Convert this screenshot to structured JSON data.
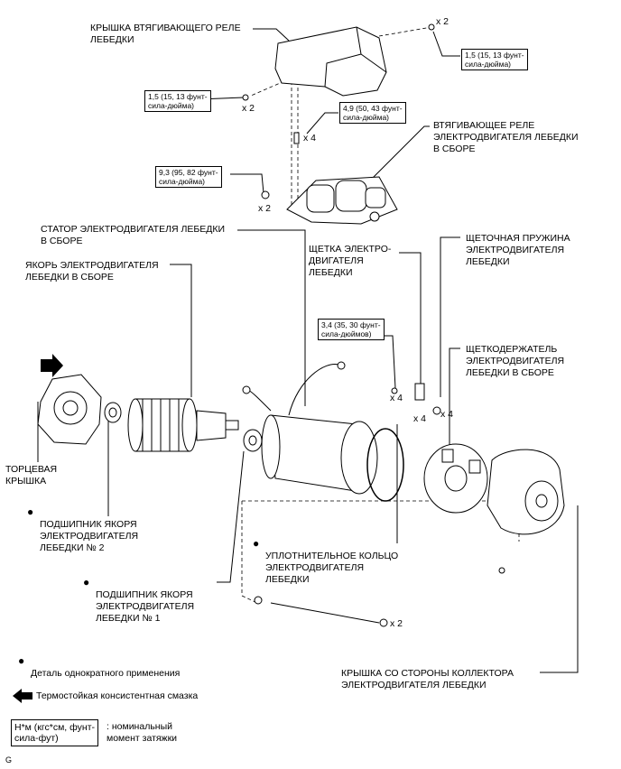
{
  "labels": {
    "relay_cover": "КРЫШКА ВТЯГИВАЮЩЕГО РЕЛЕ\nЛЕБЕДКИ",
    "relay_assy": "ВТЯГИВАЮЩЕЕ РЕЛЕ\nЭЛЕКТРОДВИГАТЕЛЯ ЛЕБЕДКИ\nВ СБОРЕ",
    "stator": "СТАТОР ЭЛЕКТРОДВИГАТЕЛЯ ЛЕБЕДКИ\nВ СБОРЕ",
    "armature": "ЯКОРЬ ЭЛЕКТРОДВИГАТЕЛЯ\nЛЕБЕДКИ В СБОРЕ",
    "brush": "ЩЕТКА ЭЛЕКТРО-\nДВИГАТЕЛЯ\nЛЕБЕДКИ",
    "brush_spring": "ЩЕТОЧНАЯ ПРУЖИНА\nЭЛЕКТРОДВИГАТЕЛЯ\nЛЕБЕДКИ",
    "brush_holder": "ЩЕТКОДЕРЖАТЕЛЬ\nЭЛЕКТРОДВИГАТЕЛЯ\nЛЕБЕДКИ В СБОРЕ",
    "end_cover": "ТОРЦЕВАЯ\nКРЫШКА",
    "bearing2": "ПОДШИПНИК ЯКОРЯ\nЭЛЕКТРОДВИГАТЕЛЯ\nЛЕБЕДКИ № 2",
    "oring": "УПЛОТНИТЕЛЬНОЕ КОЛЬЦО\nЭЛЕКТРОДВИГАТЕЛЯ\nЛЕБЕДКИ",
    "bearing1": "ПОДШИПНИК ЯКОРЯ\nЭЛЕКТРОДВИГАТЕЛЯ\nЛЕБЕДКИ № 1",
    "commutator_cover": "КРЫШКА СО СТОРОНЫ КОЛЛЕКТОРА\nЭЛЕКТРОДВИГАТЕЛЯ ЛЕБЕДКИ"
  },
  "torques": {
    "t1": "1,5 (15, 13 фунт-\nсила-дюйма)",
    "t2": "1,5 (15, 13 фунт-\nсила-дюйма)",
    "t3": "4,9 (50, 43 фунт-\nсила-дюйма)",
    "t4": "9,3 (95, 82 фунт-\nсила-дюйма)",
    "t5": "3,4 (35, 30 фунт-\nсила-дюймов)"
  },
  "quantities": {
    "q_top": "x 2",
    "q_left": "x 2",
    "q_relay_bolts": "x 4",
    "q_nut": "x 2",
    "q_brush_screw": "x 4",
    "q_brush": "x 4",
    "q_spring": "x 4",
    "q_through_bolt": "x 2"
  },
  "bullet": "●",
  "legend": {
    "single_use": "Деталь однократного применения",
    "grease": "Термостойкая консистентная смазка",
    "torque_box": "Н*м (кгс*см, фунт-\nсила-фут)",
    "torque_desc": ": номинальный\nмомент затяжки"
  },
  "corner_mark": "G"
}
